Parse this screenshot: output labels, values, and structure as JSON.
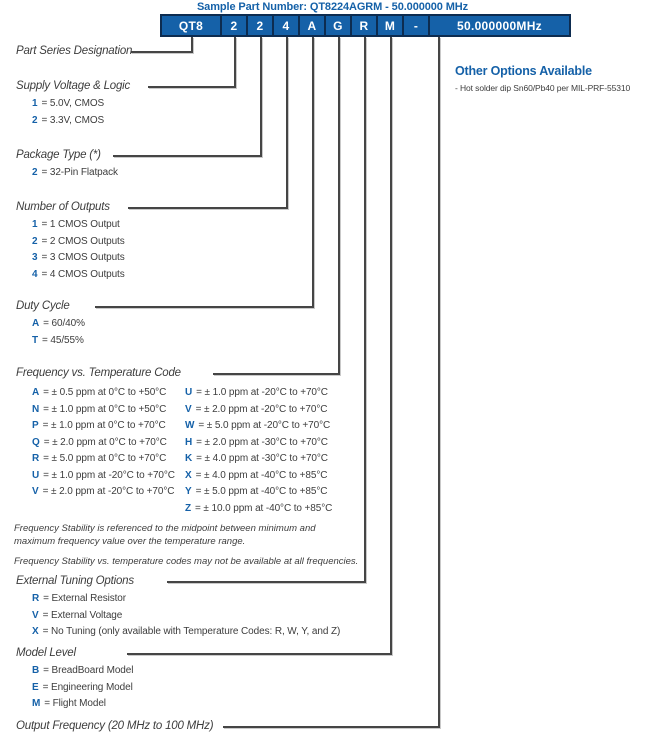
{
  "header": {
    "sample_part_number_label": "Sample Part Number: QT8224AGRM - 50.000000 MHz"
  },
  "part_boxes": [
    "QT8",
    "2",
    "2",
    "4",
    "A",
    "G",
    "R",
    "M",
    "-",
    "50.000000MHz"
  ],
  "other_options": {
    "title": "Other Options Available",
    "items": [
      "- Hot solder dip Sn60/Pb40 per MIL-PRF-55310"
    ]
  },
  "sections": {
    "part_series": {
      "title": "Part Series Designation"
    },
    "supply": {
      "title": "Supply Voltage & Logic",
      "options": [
        {
          "key": "1",
          "desc": "= 5.0V, CMOS"
        },
        {
          "key": "2",
          "desc": "= 3.3V, CMOS"
        }
      ]
    },
    "package": {
      "title": "Package Type (*)",
      "options": [
        {
          "key": "2",
          "desc": "= 32-Pin Flatpack"
        }
      ]
    },
    "outputs": {
      "title": "Number of Outputs",
      "options": [
        {
          "key": "1",
          "desc": "= 1 CMOS Output"
        },
        {
          "key": "2",
          "desc": "= 2 CMOS Outputs"
        },
        {
          "key": "3",
          "desc": "= 3 CMOS Outputs"
        },
        {
          "key": "4",
          "desc": "= 4 CMOS Outputs"
        }
      ]
    },
    "duty": {
      "title": "Duty Cycle",
      "options": [
        {
          "key": "A",
          "desc": "= 60/40%"
        },
        {
          "key": "T",
          "desc": "= 45/55%"
        }
      ]
    },
    "freq_temp": {
      "title": "Frequency vs. Temperature Code",
      "left": [
        {
          "key": "A",
          "desc": "= ± 0.5 ppm at 0°C to +50°C"
        },
        {
          "key": "N",
          "desc": "= ± 1.0 ppm at 0°C to +50°C"
        },
        {
          "key": "P",
          "desc": "= ± 1.0 ppm at 0°C to +70°C"
        },
        {
          "key": "Q",
          "desc": "= ± 2.0 ppm at 0°C to +70°C"
        },
        {
          "key": "R",
          "desc": "= ± 5.0 ppm at 0°C to +70°C"
        },
        {
          "key": "U",
          "desc": "= ± 1.0 ppm at -20°C to +70°C"
        },
        {
          "key": "V",
          "desc": "= ± 2.0 ppm at -20°C to +70°C"
        }
      ],
      "right": [
        {
          "key": "U",
          "desc": "= ± 1.0 ppm at -20°C to +70°C"
        },
        {
          "key": "V",
          "desc": "= ± 2.0 ppm at -20°C to +70°C"
        },
        {
          "key": "W",
          "desc": "= ± 5.0 ppm at -20°C to +70°C"
        },
        {
          "key": "H",
          "desc": "= ± 2.0 ppm at -30°C to +70°C"
        },
        {
          "key": "K",
          "desc": "= ± 4.0 ppm at -30°C to +70°C"
        },
        {
          "key": "X",
          "desc": "= ± 4.0 ppm at -40°C to +85°C"
        },
        {
          "key": "Y",
          "desc": "= ± 5.0 ppm at -40°C to +85°C"
        },
        {
          "key": "Z",
          "desc": "= ± 10.0 ppm at -40°C to +85°C"
        }
      ],
      "notes": [
        "Frequency Stability is referenced to the midpoint between minimum and maximum frequency value over the temperature range.",
        "Frequency Stability vs. temperature codes may not be available at all frequencies."
      ]
    },
    "tuning": {
      "title": "External Tuning Options",
      "options": [
        {
          "key": "R",
          "desc": "= External Resistor"
        },
        {
          "key": "V",
          "desc": "= External Voltage"
        },
        {
          "key": "X",
          "desc": "= No Tuning (only available with Temperature Codes: R, W, Y, and Z)"
        }
      ]
    },
    "model": {
      "title": "Model Level",
      "options": [
        {
          "key": "B",
          "desc": "= BreadBoard Model"
        },
        {
          "key": "E",
          "desc": "= Engineering Model"
        },
        {
          "key": "M",
          "desc": "= Flight Model"
        }
      ]
    },
    "output_freq": {
      "title": "Output Frequency (20 MHz to 100 MHz)"
    }
  },
  "colors": {
    "accent_blue": "#1561a8",
    "box_border_navy": "#0d2c50",
    "text_dark": "#3d3d3d"
  }
}
